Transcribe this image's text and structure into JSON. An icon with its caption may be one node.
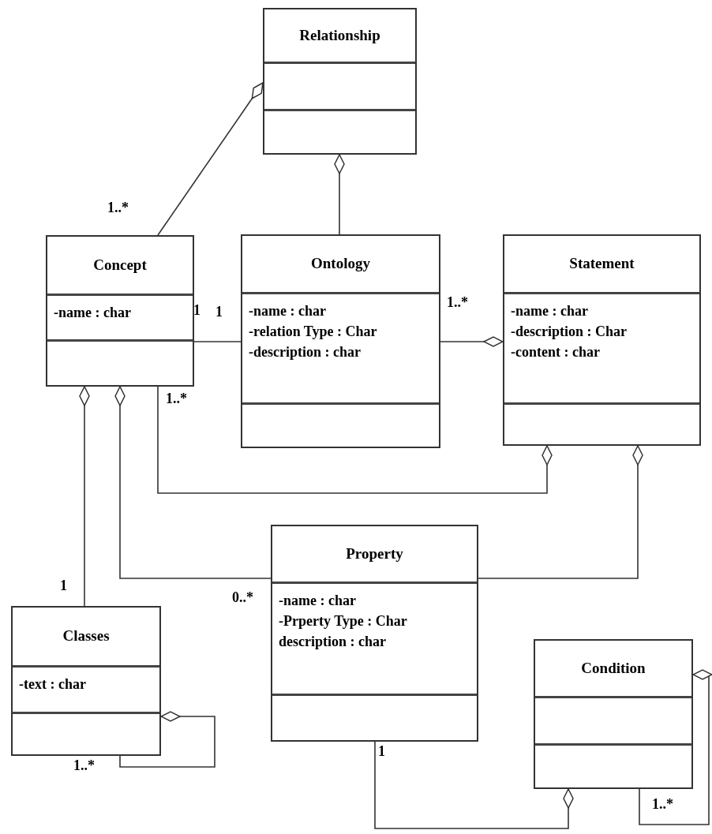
{
  "diagram": {
    "nodes": [
      {
        "text": [
          "Relationship"
        ]
      },
      {
        "text": [
          "Concept",
          "-name : char"
        ]
      },
      {
        "text": [
          "Ontology",
          "-name : char",
          "-relation Type : Char",
          "-description : char"
        ]
      },
      {
        "text": [
          "Statement",
          "-name : char",
          "-description : Char",
          "-content : char"
        ]
      },
      {
        "text": [
          "Property",
          "-name : char",
          "-Prperty Type : Char",
          "description : char"
        ]
      },
      {
        "text": [
          "Classes",
          "-text : char"
        ]
      },
      {
        "text": [
          "Condition"
        ]
      }
    ],
    "edges": [
      {
        "from": 1,
        "to": 0,
        "arrow": "other"
      },
      {
        "from": 2,
        "to": 0,
        "arrow": "other"
      },
      {
        "from": 1,
        "to": 2,
        "arrow": "none"
      },
      {
        "from": 2,
        "to": 3,
        "arrow": "other"
      },
      {
        "from": 1,
        "to": 3,
        "arrow": "other"
      },
      {
        "from": 5,
        "to": 1,
        "arrow": "other"
      },
      {
        "from": 4,
        "to": 1,
        "arrow": "other"
      },
      {
        "from": 4,
        "to": 3,
        "arrow": "other"
      },
      {
        "from": 5,
        "to": 5,
        "arrow": "other"
      },
      {
        "from": 4,
        "to": 6,
        "arrow": "other"
      },
      {
        "from": 6,
        "to": 6,
        "arrow": "other"
      }
    ],
    "labels": [
      "1..*",
      "1",
      "1",
      "1..*",
      "1..*",
      "1",
      "0..*",
      "1",
      "1..*",
      "1..*"
    ]
  }
}
